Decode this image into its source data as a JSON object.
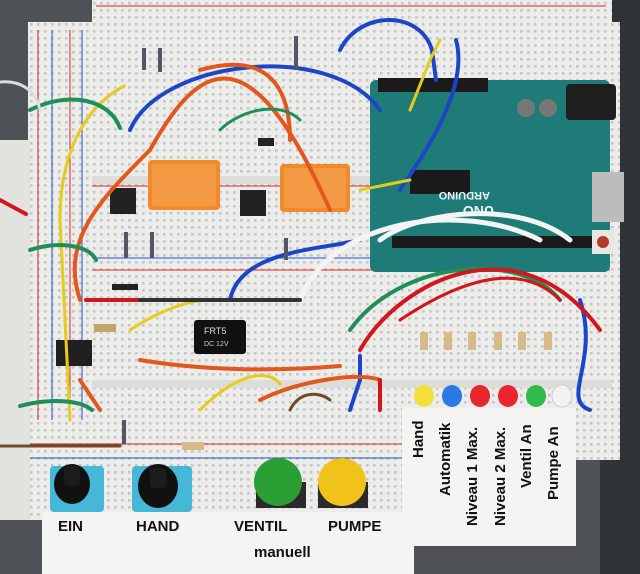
{
  "board": {
    "arduino_text": "ARDUINO",
    "uno_text": "UNO",
    "relay_ic_text": "FRT5",
    "relay_ic_sub": "DC 12V"
  },
  "buttons": {
    "ein": "EIN",
    "hand": "HAND",
    "ventil": "VENTIL",
    "pumpe": "PUMPE",
    "manuell": "manuell"
  },
  "leds": {
    "hand": "Hand",
    "automatik": "Automatik",
    "niveau1": "Niveau 1 Max.",
    "niveau2": "Niveau 2 Max.",
    "ventil": "Ventil An",
    "pumpe": "Pumpe An"
  },
  "colors": {
    "breadboard": "#ececea",
    "arduino": "#1f7b78",
    "relay": "#f08a2a",
    "led_yellow": "#f4e03a",
    "led_blue": "#2a79e6",
    "led_red": "#e8262b",
    "led_green": "#2fba4a",
    "led_white": "#f2f2f2",
    "button_green": "#2a9d33",
    "button_yellow": "#f0c21a"
  }
}
